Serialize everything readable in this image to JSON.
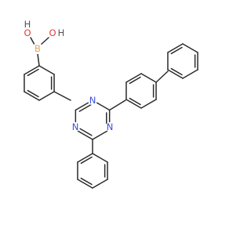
{
  "molecule": {
    "atom_labels": {
      "boron": "B",
      "oxygen_left": "O",
      "hydrogen_left": "H",
      "oxygen_right": "O",
      "hydrogen_right": "H",
      "nitrogen_top": "N",
      "nitrogen_left": "N",
      "nitrogen_bottom": "N"
    },
    "colors": {
      "bond": "#2b2b2b",
      "boron": "#e6a35c",
      "oxygen": "#e23b3b",
      "hydrogen": "#555555",
      "nitrogen": "#3b4fd8"
    }
  }
}
